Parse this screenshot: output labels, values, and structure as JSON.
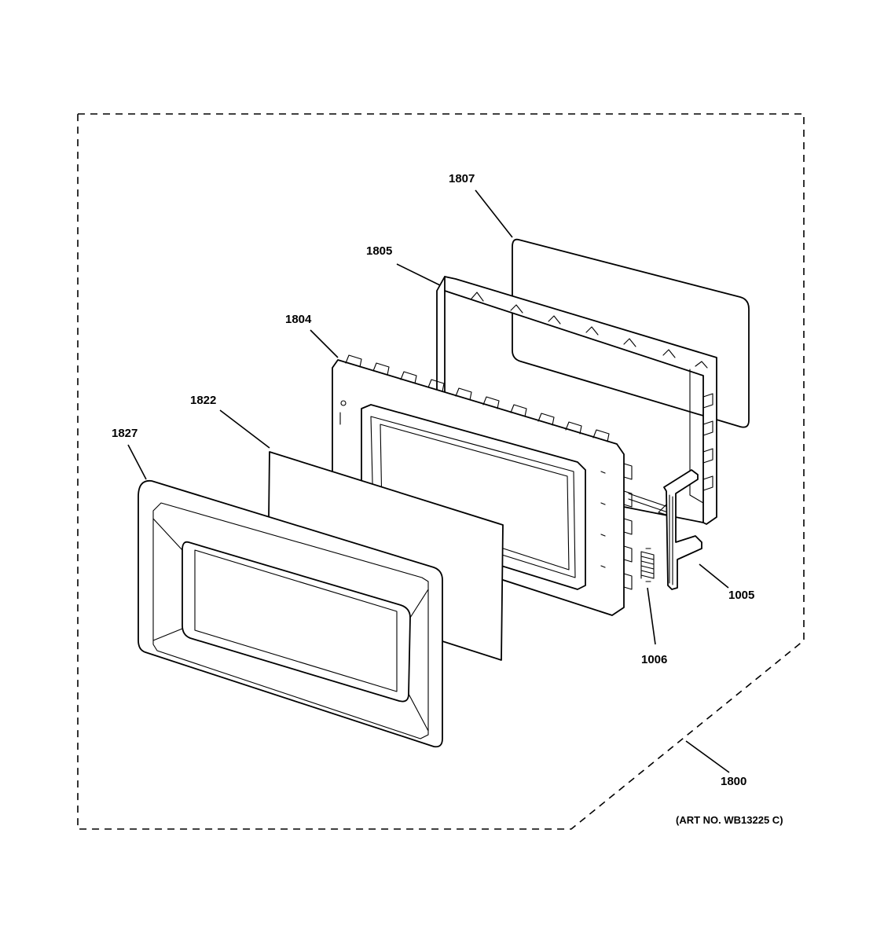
{
  "diagram": {
    "parts": [
      {
        "id": "1807",
        "label": "1807",
        "name": "door-glass-panel"
      },
      {
        "id": "1805",
        "label": "1805",
        "name": "inner-door-frame"
      },
      {
        "id": "1804",
        "label": "1804",
        "name": "door-choke-frame"
      },
      {
        "id": "1822",
        "label": "1822",
        "name": "door-screen-film"
      },
      {
        "id": "1827",
        "label": "1827",
        "name": "outer-door-frame"
      },
      {
        "id": "1005",
        "label": "1005",
        "name": "door-latch-hook"
      },
      {
        "id": "1006",
        "label": "1006",
        "name": "latch-spring"
      },
      {
        "id": "1800",
        "label": "1800",
        "name": "door-assembly"
      }
    ],
    "art_number": "(ART NO. WB13225 C)"
  }
}
